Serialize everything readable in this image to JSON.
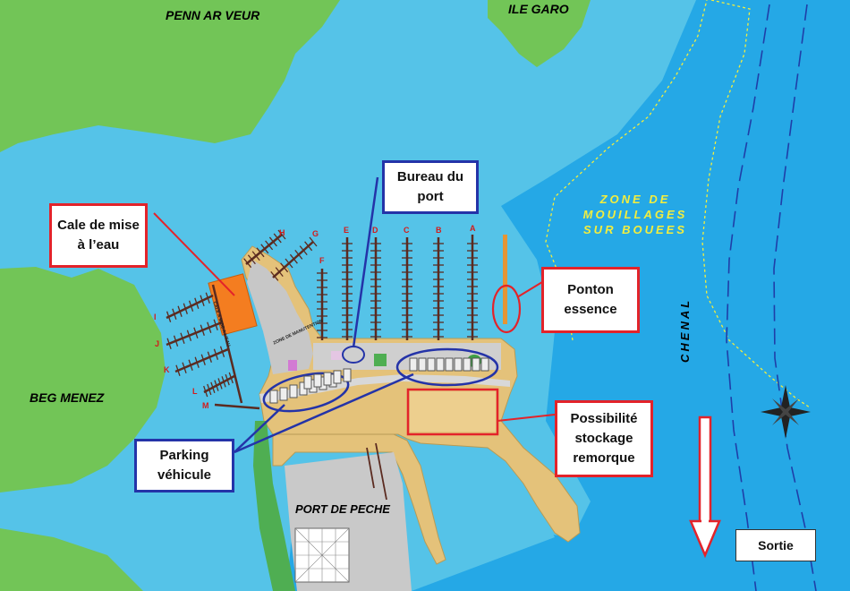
{
  "places": {
    "penn_ar_veur": "PENN AR VEUR",
    "ile_garo": "ILE GARO",
    "beg_menez": "BEG MENEZ",
    "port_de_peche": "PORT DE PECHE"
  },
  "zone_mouillages": "ZONE DE\nMOUILLAGES\nSUR BOUEES",
  "chenal": "CHENAL",
  "callouts": {
    "cale": "Cale de mise\nà l’eau",
    "bureau": "Bureau du\nport",
    "ponton": "Ponton\nessence",
    "parking": "Parking\nvéhicule",
    "stockage": "Possibilité\nstockage\nremorque",
    "sortie": "Sortie"
  },
  "pontoons": {
    "h": "H",
    "g": "G",
    "f": "F",
    "e": "E",
    "d": "D",
    "c": "C",
    "b": "B",
    "a": "A",
    "i": "I",
    "j": "J",
    "k": "K",
    "l": "L",
    "m": "M"
  },
  "small_labels": {
    "zone_manutention": "ZONE DE MANUTENTION",
    "cale_map": "CALE A MISE A L'EAU"
  },
  "colors": {
    "sea": "#55c3e8",
    "deep_sea": "#22a6e6",
    "land": "#72c557",
    "breakwater": "#e4c27a",
    "callout_red": "#e3232a",
    "callout_blue": "#2433a8",
    "anchor_zone": "#f4ee3d"
  }
}
